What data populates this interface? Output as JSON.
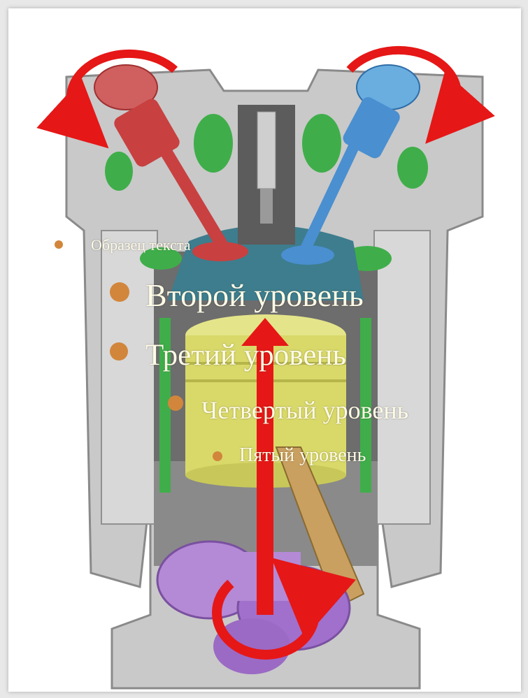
{
  "slide": {
    "bullets": [
      {
        "level": 1,
        "text": "Образец текста"
      },
      {
        "level": 2,
        "text": "Второй уровень"
      },
      {
        "level": 3,
        "text": "Третий уровень"
      },
      {
        "level": 4,
        "text": "Четвертый уровень"
      },
      {
        "level": 5,
        "text": "Пятый уровень"
      }
    ]
  },
  "colors": {
    "bullet": "#d2863b",
    "arrow": "#e61717",
    "intake_valve": "#c84040",
    "exhaust_valve": "#4a8fd0",
    "piston": "#d9d96a",
    "crank": "#b48ad6",
    "coolant": "#3fae4a",
    "block": "#c8c8c8"
  }
}
